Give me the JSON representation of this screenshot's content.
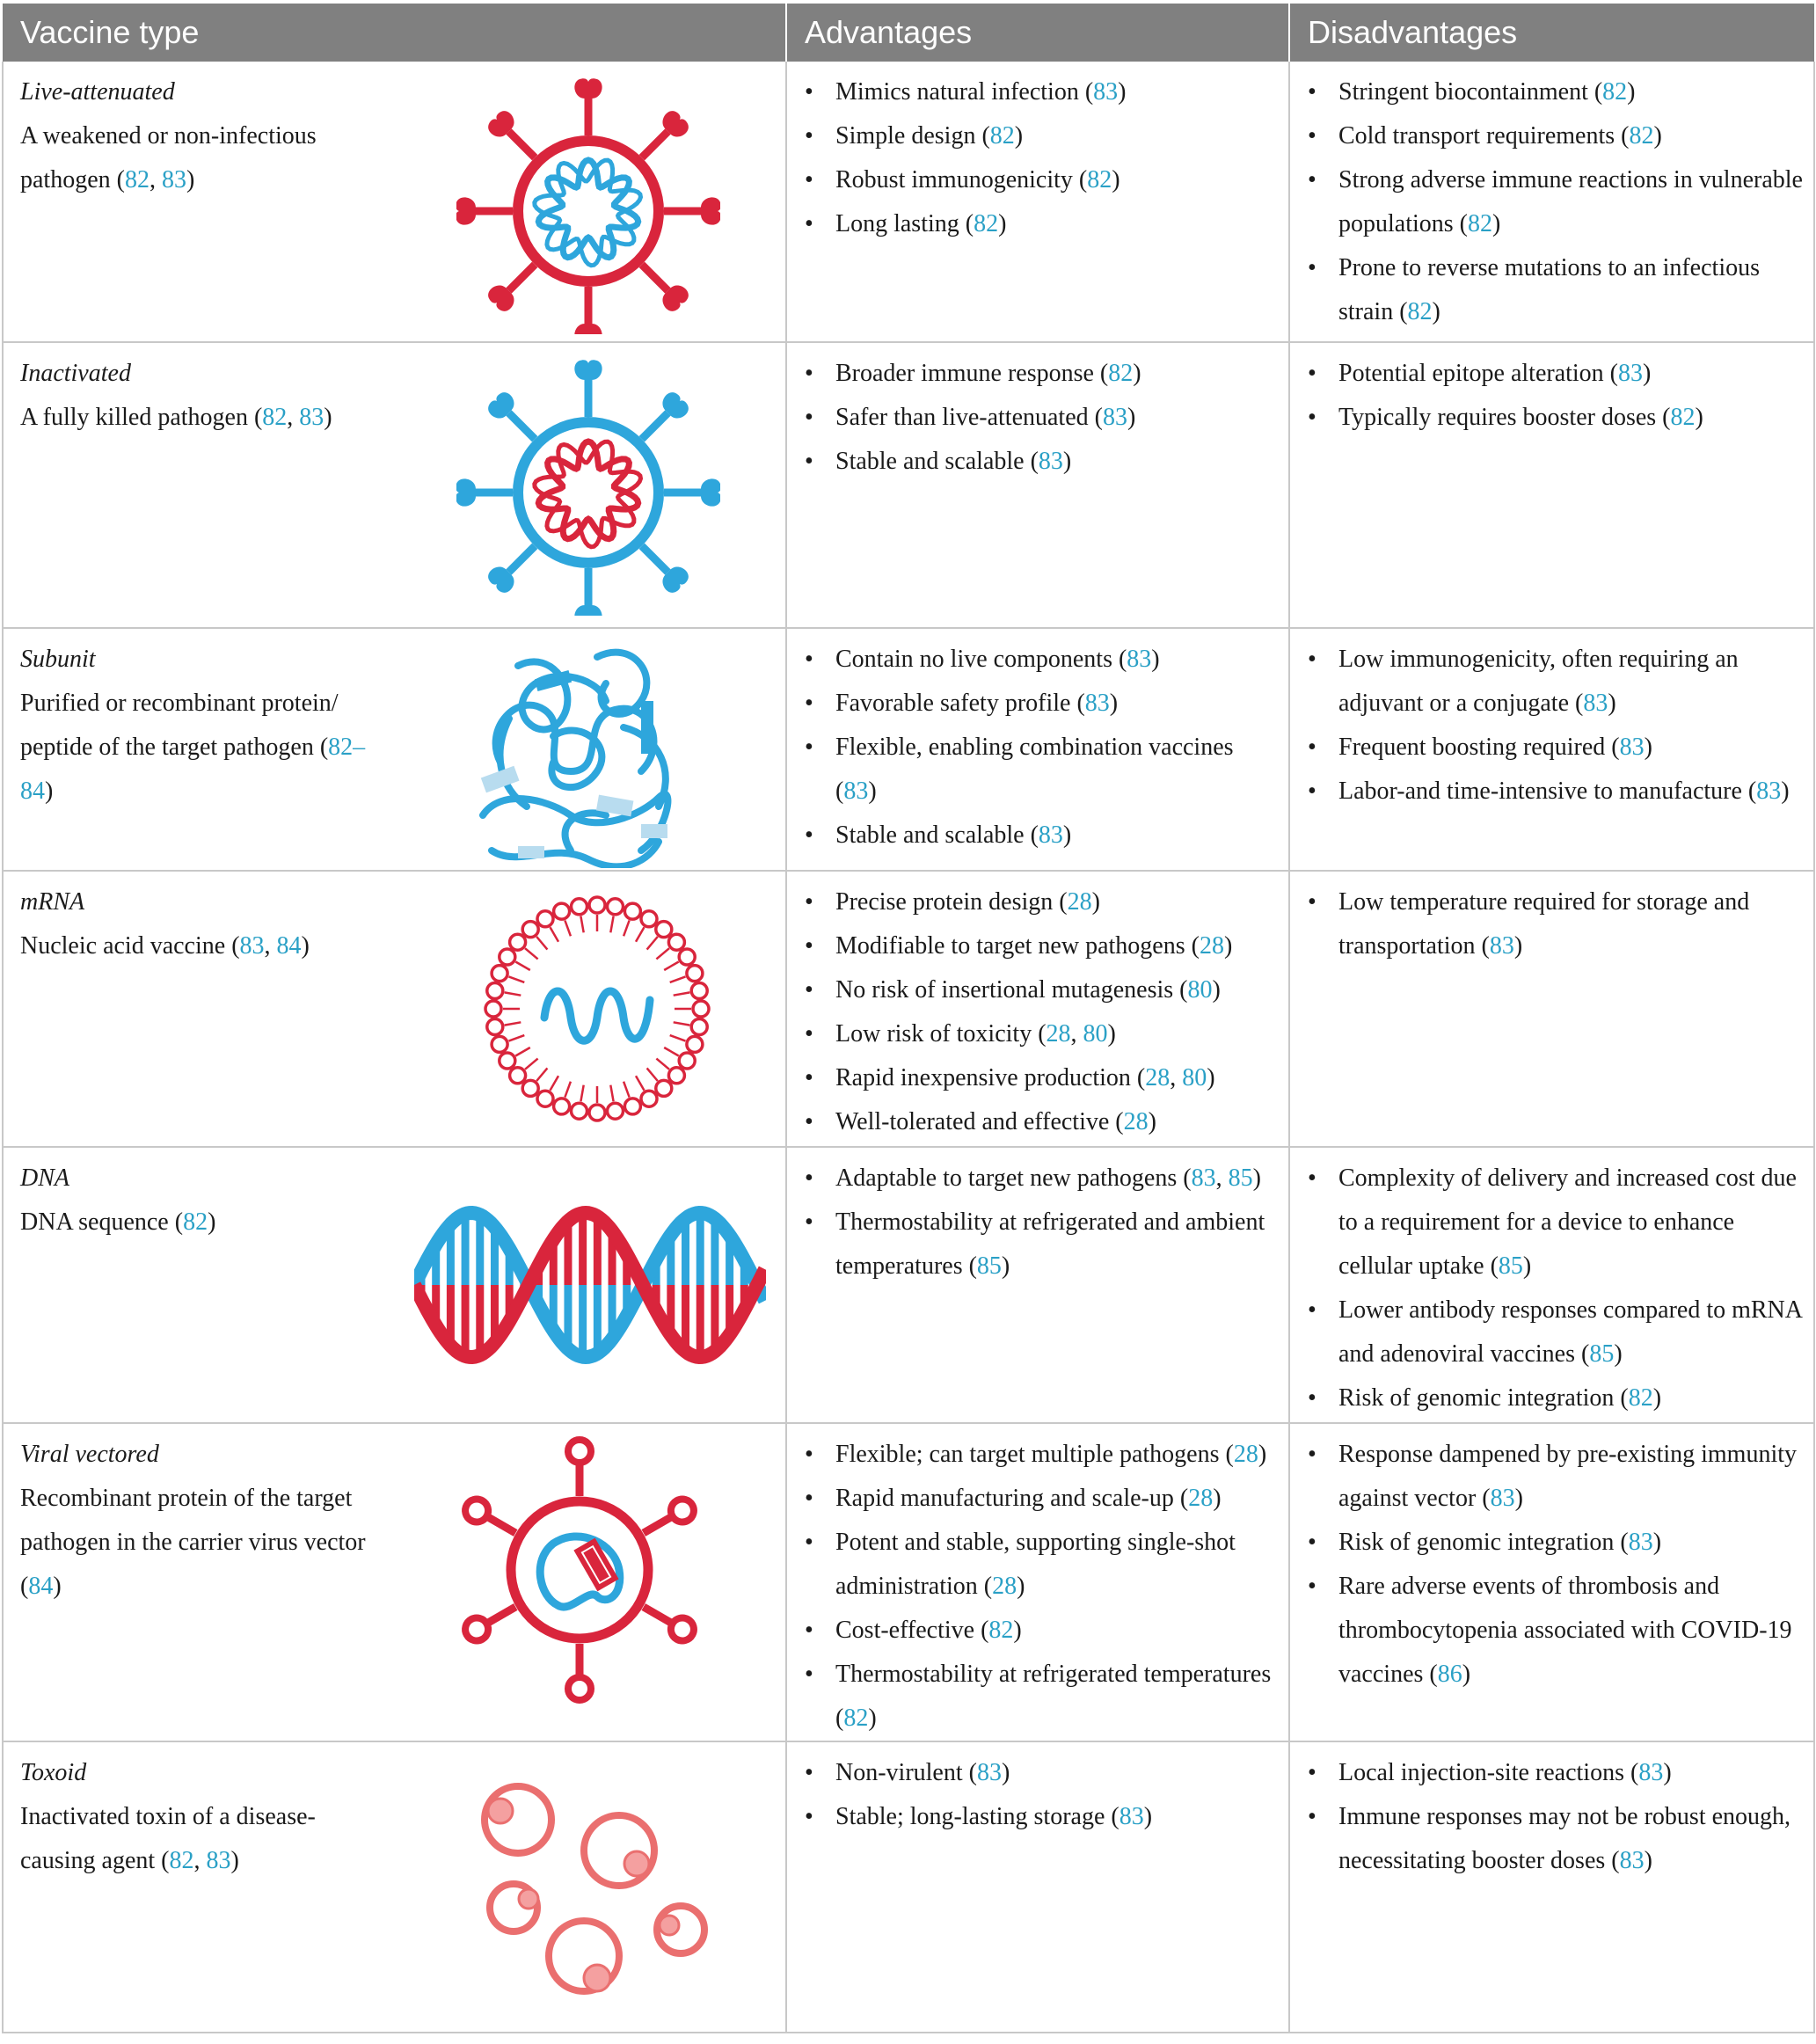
{
  "header": {
    "col1": "Vaccine type",
    "col2": "Advantages",
    "col3": "Disadvantages"
  },
  "rows": [
    {
      "name": "Live-attenuated",
      "desc_parts": [
        "A weakened or non-infectious pathogen (",
        "82",
        ", ",
        "83",
        ")"
      ],
      "icon": "live-attenuated-virus-icon",
      "advantages": [
        [
          "Mimics natural infection (",
          "83",
          ")"
        ],
        [
          "Simple design (",
          "82",
          ")"
        ],
        [
          "Robust immunogenicity (",
          "82",
          ")"
        ],
        [
          "Long lasting (",
          "82",
          ")"
        ]
      ],
      "disadvantages": [
        [
          "Stringent biocontainment (",
          "82",
          ")"
        ],
        [
          "Cold transport requirements (",
          "82",
          ")"
        ],
        [
          "Strong adverse immune reactions in vulnerable populations (",
          "82",
          ")"
        ],
        [
          "Prone to reverse mutations to an infectious strain (",
          "82",
          ")"
        ]
      ]
    },
    {
      "name": "Inactivated",
      "desc_parts": [
        "A fully killed pathogen (",
        "82",
        ", ",
        "83",
        ")"
      ],
      "icon": "inactivated-virus-icon",
      "advantages": [
        [
          "Broader immune response (",
          "82",
          ")"
        ],
        [
          "Safer than live-attenuated (",
          "83",
          ")"
        ],
        [
          "Stable and scalable (",
          "83",
          ")"
        ]
      ],
      "disadvantages": [
        [
          "Potential epitope alteration (",
          "83",
          ")"
        ],
        [
          "Typically requires booster doses (",
          "82",
          ")"
        ]
      ]
    },
    {
      "name": "Subunit",
      "desc_parts": [
        "Purified or recombinant protein/ peptide of the target pathogen (",
        "82–84",
        ")"
      ],
      "icon": "protein-subunit-icon",
      "advantages": [
        [
          "Contain no live components (",
          "83",
          ")"
        ],
        [
          "Favorable safety profile (",
          "83",
          ")"
        ],
        [
          "Flexible, enabling combination vaccines (",
          "83",
          ")"
        ],
        [
          "Stable and scalable (",
          "83",
          ")"
        ]
      ],
      "disadvantages": [
        [
          "Low immunogenicity, often requiring an adjuvant or a conjugate (",
          "83",
          ")"
        ],
        [
          "Frequent boosting required (",
          "83",
          ")"
        ],
        [
          "Labor-and time-intensive to manufacture (",
          "83",
          ")"
        ]
      ]
    },
    {
      "name": "mRNA",
      "desc_parts": [
        "Nucleic acid vaccine (",
        "83",
        ", ",
        "84",
        ")"
      ],
      "icon": "lipid-nanoparticle-mrna-icon",
      "advantages": [
        [
          "Precise protein design (",
          "28",
          ")"
        ],
        [
          "Modifiable to target new pathogens (",
          "28",
          ")"
        ],
        [
          "No risk of insertional mutagenesis (",
          "80",
          ")"
        ],
        [
          "Low risk of toxicity (",
          "28",
          ", ",
          "80",
          ")"
        ],
        [
          "Rapid inexpensive production (",
          "28",
          ", ",
          "80",
          ")"
        ],
        [
          "Well-tolerated and effective (",
          "28",
          ")"
        ]
      ],
      "disadvantages": [
        [
          "Low temperature required for storage and transportation (",
          "83",
          ")"
        ]
      ]
    },
    {
      "name": "DNA",
      "desc_parts": [
        "DNA sequence (",
        "82",
        ")"
      ],
      "icon": "dna-double-helix-icon",
      "advantages": [
        [
          "Adaptable to target new pathogens (",
          "83",
          ", ",
          "85",
          ")"
        ],
        [
          "Thermostability at refrigerated and ambient temperatures (",
          "85",
          ")"
        ]
      ],
      "disadvantages": [
        [
          "Complexity of delivery and increased cost due to a requirement for a device to enhance cellular uptake (",
          "85",
          ")"
        ],
        [
          "Lower antibody responses compared to mRNA and adenoviral vaccines (",
          "85",
          ")"
        ],
        [
          "Risk of genomic integration (",
          "82",
          ")"
        ]
      ]
    },
    {
      "name": "Viral vectored",
      "desc_parts": [
        "Recombinant protein of the target pathogen in the carrier virus vector (",
        "84",
        ")"
      ],
      "icon": "viral-vector-icon",
      "advantages": [
        [
          "Flexible; can target multiple pathogens (",
          "28",
          ")"
        ],
        [
          "Rapid manufacturing and scale-up (",
          "28",
          ")"
        ],
        [
          "Potent and stable, supporting single-shot administration (",
          "28",
          ")"
        ],
        [
          "Cost-effective (",
          "82",
          ")"
        ],
        [
          "Thermostability at refrigerated temperatures (",
          "82",
          ")"
        ]
      ],
      "disadvantages": [
        [
          "Response dampened by pre-existing immunity against vector (",
          "83",
          ")"
        ],
        [
          "Risk of genomic integration (",
          "83",
          ")"
        ],
        [
          "Rare adverse events of thrombosis and thrombocytopenia associated with COVID-19 vaccines (",
          "86",
          ")"
        ]
      ]
    },
    {
      "name": "Toxoid",
      "desc_parts": [
        "Inactivated toxin of a disease-causing agent (",
        "82",
        ", ",
        "83",
        ")"
      ],
      "icon": "toxoid-particles-icon",
      "advantages": [
        [
          "Non-virulent (",
          "83",
          ")"
        ],
        [
          "Stable; long-lasting storage (",
          "83",
          ")"
        ]
      ],
      "disadvantages": [
        [
          "Local injection-site reactions (",
          "83",
          ")"
        ],
        [
          "Immune responses may not be robust enough, necessitating booster doses (",
          "83",
          ")"
        ]
      ]
    }
  ],
  "colors": {
    "red": "#d9253c",
    "blue": "#2ea6dc",
    "light_blue": "#b8dcef",
    "toxoid_red": "#ea6f6f",
    "toxoid_fill": "#f4a0a0",
    "header_bg": "#808080",
    "ref_link": "#2aa0c6"
  }
}
